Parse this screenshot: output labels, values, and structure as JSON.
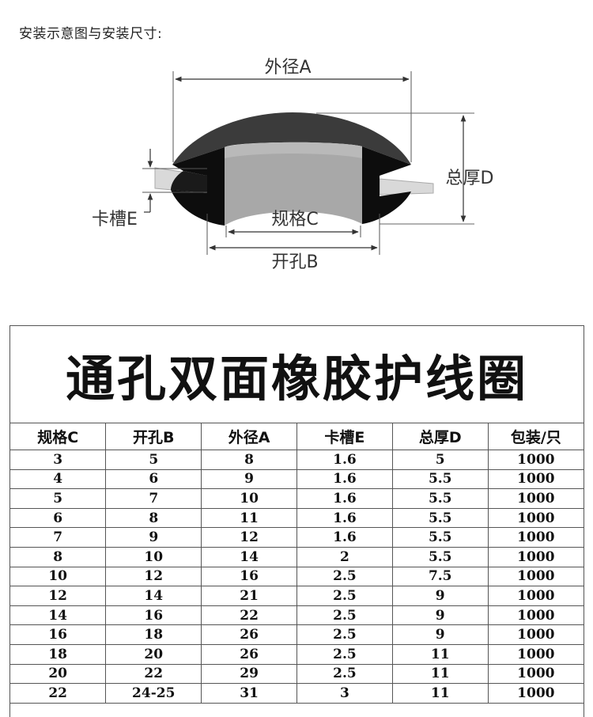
{
  "section_title": "安装示意图与安装尺寸:",
  "diagram": {
    "label_outer_diameter": "外径A",
    "label_total_thickness": "总厚D",
    "label_groove": "卡槽E",
    "label_spec": "规格C",
    "label_hole": "开孔B"
  },
  "table": {
    "title": "通孔双面橡胶护线圈",
    "headers": [
      "规格C",
      "开孔B",
      "外径A",
      "卡槽E",
      "总厚D",
      "包装/只"
    ],
    "rows": [
      [
        "3",
        "5",
        "8",
        "1.6",
        "5",
        "1000"
      ],
      [
        "4",
        "6",
        "9",
        "1.6",
        "5.5",
        "1000"
      ],
      [
        "5",
        "7",
        "10",
        "1.6",
        "5.5",
        "1000"
      ],
      [
        "6",
        "8",
        "11",
        "1.6",
        "5.5",
        "1000"
      ],
      [
        "7",
        "9",
        "12",
        "1.6",
        "5.5",
        "1000"
      ],
      [
        "8",
        "10",
        "14",
        "2",
        "5.5",
        "1000"
      ],
      [
        "10",
        "12",
        "16",
        "2.5",
        "7.5",
        "1000"
      ],
      [
        "12",
        "14",
        "21",
        "2.5",
        "9",
        "1000"
      ],
      [
        "14",
        "16",
        "22",
        "2.5",
        "9",
        "1000"
      ],
      [
        "16",
        "18",
        "26",
        "2.5",
        "9",
        "1000"
      ],
      [
        "18",
        "20",
        "26",
        "2.5",
        "11",
        "1000"
      ],
      [
        "20",
        "22",
        "29",
        "2.5",
        "11",
        "1000"
      ],
      [
        "22",
        "24-25",
        "31",
        "3",
        "11",
        "1000"
      ]
    ]
  }
}
